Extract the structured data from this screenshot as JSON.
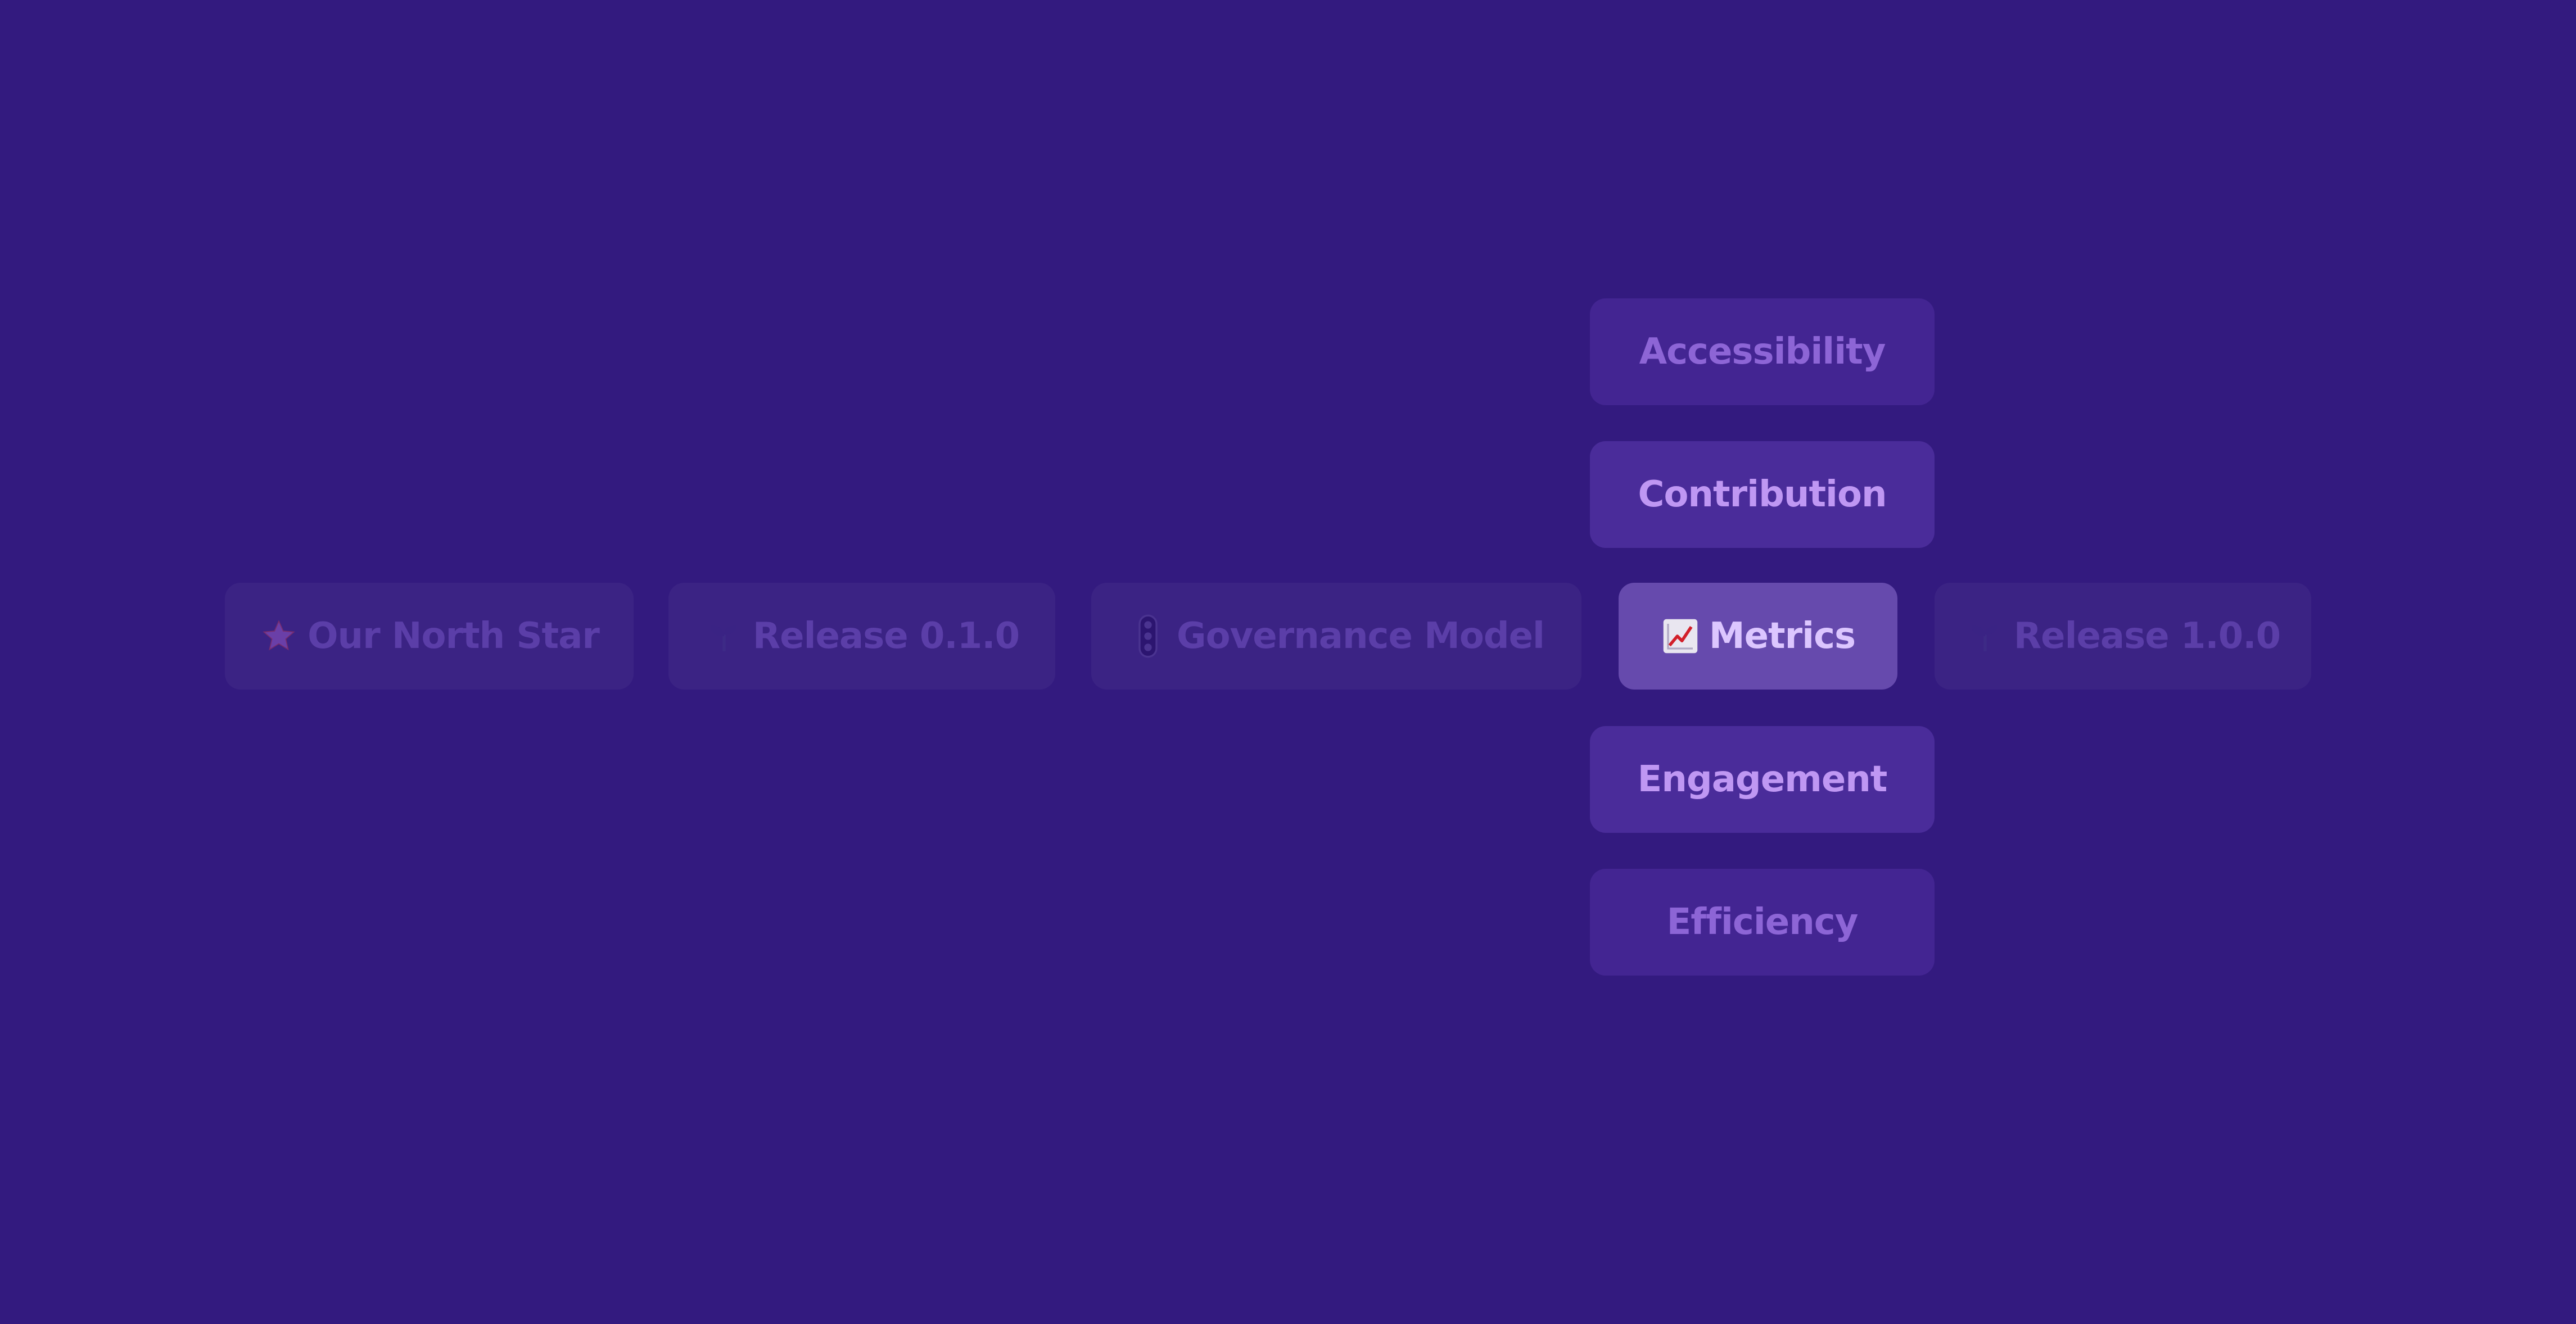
{
  "nav": {
    "row": [
      {
        "label": "Our North Star",
        "icon": "star-icon"
      },
      {
        "label": "Release 0.1.0",
        "icon": "seedling-icon"
      },
      {
        "label": "Governance Model",
        "icon": "traffic-light-icon"
      },
      {
        "label": "Metrics",
        "icon": "chart-increasing-icon",
        "active": true
      },
      {
        "label": "Release 1.0.0",
        "icon": "seedling-icon"
      }
    ],
    "sub_items": {
      "accessibility": "Accessibility",
      "contribution": "Contribution",
      "engagement": "Engagement",
      "efficiency": "Efficiency"
    }
  },
  "colors": {
    "background": "#331a7f",
    "active_pill": "#664aad",
    "sub_pill": "#432592"
  }
}
